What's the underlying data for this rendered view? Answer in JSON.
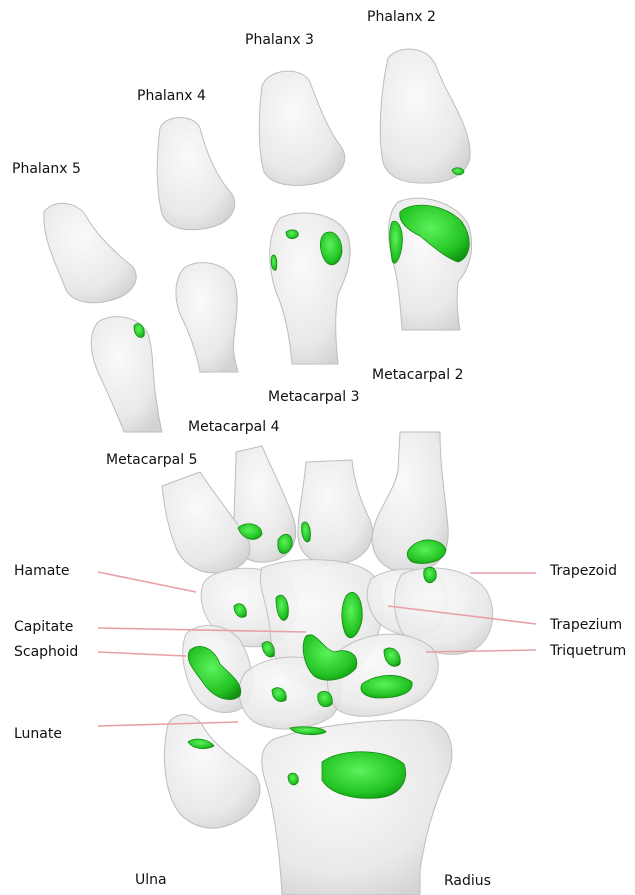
{
  "labels": {
    "phalanx2": "Phalanx 2",
    "phalanx3": "Phalanx 3",
    "phalanx4": "Phalanx 4",
    "phalanx5": "Phalanx 5",
    "metacarpal2": "Metacarpal 2",
    "metacarpal3": "Metacarpal 3",
    "metacarpal4": "Metacarpal 4",
    "metacarpal5": "Metacarpal 5",
    "hamate": "Hamate",
    "capitate": "Capitate",
    "scaphoid": "Scaphoid",
    "lunate": "Lunate",
    "trapezoid": "Trapezoid",
    "trapezium": "Trapezium",
    "triquetrum": "Triquetrum",
    "ulna": "Ulna",
    "radius": "Radius"
  },
  "colors": {
    "bone_fill": "#ececec",
    "bone_stroke": "#bdbdbd",
    "contact_green": "#2ecc2e",
    "contact_dark": "#138a13",
    "leader_line": "#e8a0a8"
  }
}
